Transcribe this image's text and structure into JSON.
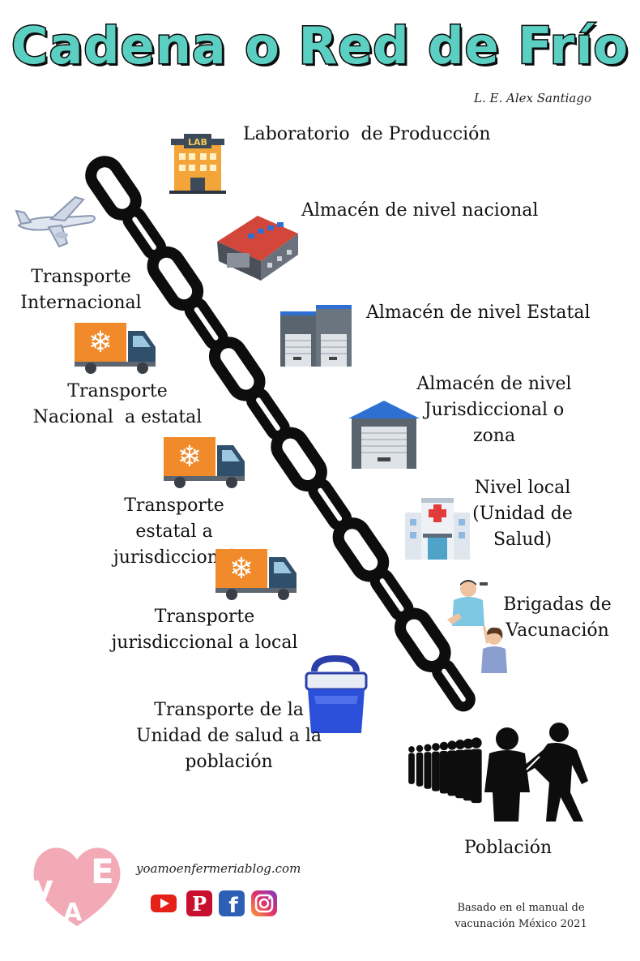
{
  "header": {
    "title": "Cadena o Red de Frío",
    "author": "L. E. Alex Santiago"
  },
  "nodes": {
    "lab": "Laboratorio  de Producción",
    "nacional": "Almacén de nivel nacional",
    "estatal": "Almacén de nivel Estatal",
    "jurisdiccional": [
      "Almacén de nivel",
      "Jurisdiccional o",
      "zona"
    ],
    "local": [
      "Nivel local",
      "(Unidad de",
      "Salud)"
    ],
    "brigadas": [
      "Brigadas de",
      "Vacunación"
    ],
    "poblacion": "Población"
  },
  "transports": {
    "internacional": [
      "Transporte",
      "Internacional"
    ],
    "nacional_estatal": [
      "Transporte",
      "Nacional  a estatal"
    ],
    "estatal_jurisdiccional": [
      "Transporte",
      "estatal a jurisdiccional"
    ],
    "jurisdiccional_local": [
      "Transporte",
      "jurisdiccional a local"
    ],
    "unidad_poblacion": [
      "Transporte de la",
      "Unidad de salud a la",
      "población"
    ]
  },
  "footer": {
    "logo_letters": [
      "y",
      "A",
      "E"
    ],
    "website": "yoamoenfermeriablog.com",
    "social_icons": [
      "youtube-icon",
      "pinterest-icon",
      "facebook-icon",
      "instagram-icon"
    ],
    "source": [
      "Basado en el manual de",
      "vacunación México 2021"
    ]
  },
  "colors": {
    "title_fill": "#5ccfc3",
    "truck_box": "#f08a2a",
    "truck_cab": "#2f4f6b",
    "chain": "#0d0d0d",
    "logo_pink": "#f2aab6"
  }
}
